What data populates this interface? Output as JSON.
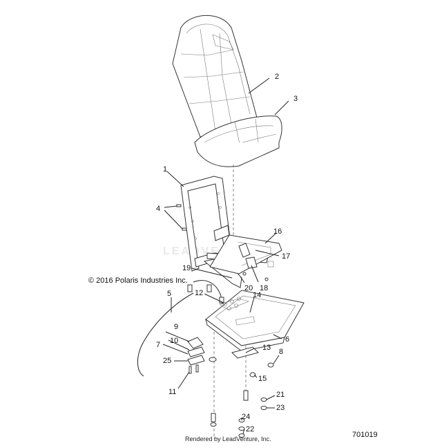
{
  "copyright": "© 2016 Polaris Industries Inc.",
  "figure_number": "701019",
  "render_credit": "Rendered by LeadVenture, Inc.",
  "watermark": "LEADVENTURE",
  "callouts": [
    {
      "id": "c1",
      "label": "1"
    },
    {
      "id": "c2",
      "label": "2"
    },
    {
      "id": "c3",
      "label": "3"
    },
    {
      "id": "c4",
      "label": "4"
    },
    {
      "id": "c5",
      "label": "5"
    },
    {
      "id": "c6",
      "label": "6"
    },
    {
      "id": "c7",
      "label": "7"
    },
    {
      "id": "c8",
      "label": "8"
    },
    {
      "id": "c9",
      "label": "9"
    },
    {
      "id": "c10",
      "label": "10"
    },
    {
      "id": "c11",
      "label": "11"
    },
    {
      "id": "c12",
      "label": "12"
    },
    {
      "id": "c13",
      "label": "13"
    },
    {
      "id": "c14",
      "label": "14"
    },
    {
      "id": "c15",
      "label": "15"
    },
    {
      "id": "c16",
      "label": "16"
    },
    {
      "id": "c17",
      "label": "17"
    },
    {
      "id": "c18",
      "label": "18"
    },
    {
      "id": "c19",
      "label": "19"
    },
    {
      "id": "c20",
      "label": "20"
    },
    {
      "id": "c21",
      "label": "21"
    },
    {
      "id": "c22",
      "label": "22"
    },
    {
      "id": "c23",
      "label": "23"
    },
    {
      "id": "c24",
      "label": "24"
    },
    {
      "id": "c25",
      "label": "25"
    }
  ]
}
